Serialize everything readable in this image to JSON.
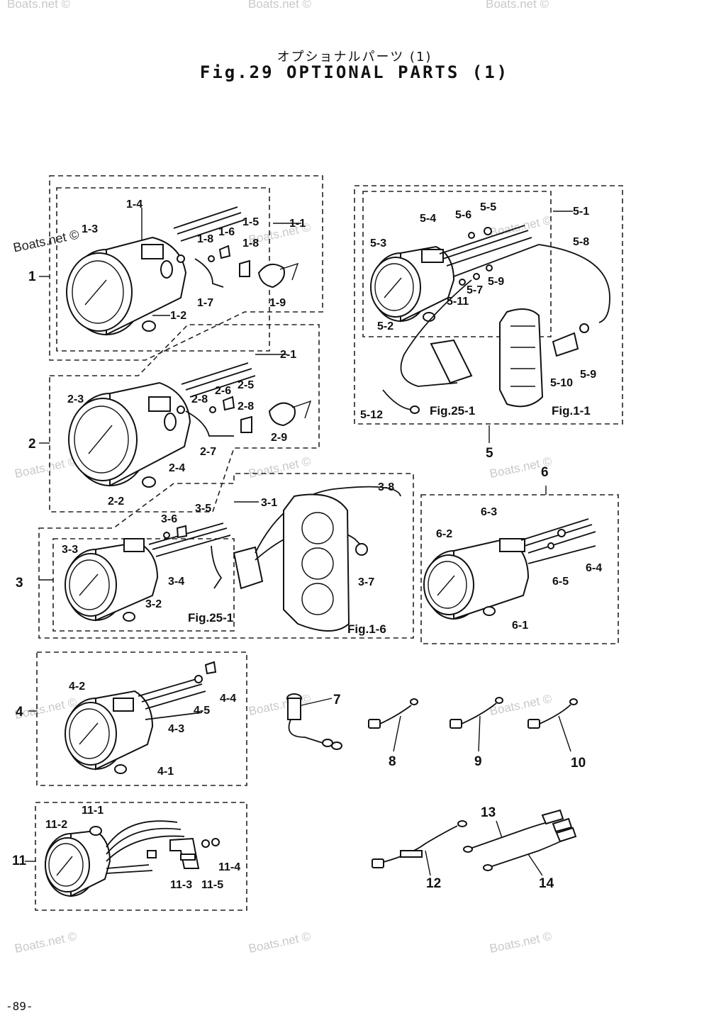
{
  "title_jp": "オプショナルパーツ (1)",
  "title_en": "Fig.29 OPTIONAL PARTS (1)",
  "page_number": "-89-",
  "watermark": "Boats.net ©",
  "groups": {
    "g1": "1",
    "g2": "2",
    "g3": "3",
    "g4": "4",
    "g5": "5",
    "g6": "6",
    "g7": "7",
    "g8": "8",
    "g9": "9",
    "g10": "10",
    "g11": "11",
    "g12": "12",
    "g13": "13",
    "g14": "14"
  },
  "labels": {
    "l1_1": "1-1",
    "l1_2": "1-2",
    "l1_3": "1-3",
    "l1_4": "1-4",
    "l1_5": "1-5",
    "l1_6": "1-6",
    "l1_7": "1-7",
    "l1_8a": "1-8",
    "l1_8b": "1-8",
    "l1_9": "1-9",
    "l2_1": "2-1",
    "l2_2": "2-2",
    "l2_3": "2-3",
    "l2_4": "2-4",
    "l2_5": "2-5",
    "l2_6": "2-6",
    "l2_7": "2-7",
    "l2_8a": "2-8",
    "l2_8b": "2-8",
    "l2_9": "2-9",
    "l3_1": "3-1",
    "l3_2": "3-2",
    "l3_3": "3-3",
    "l3_4": "3-4",
    "l3_5": "3-5",
    "l3_6": "3-6",
    "l3_7": "3-7",
    "l3_8": "3-8",
    "l4_1": "4-1",
    "l4_2": "4-2",
    "l4_3": "4-3",
    "l4_4": "4-4",
    "l4_5": "4-5",
    "l5_1": "5-1",
    "l5_2": "5-2",
    "l5_3": "5-3",
    "l5_4": "5-4",
    "l5_5": "5-5",
    "l5_6": "5-6",
    "l5_7": "5-7",
    "l5_8": "5-8",
    "l5_9a": "5-9",
    "l5_9b": "5-9",
    "l5_10": "5-10",
    "l5_11": "5-11",
    "l5_12": "5-12",
    "l6_1": "6-1",
    "l6_2": "6-2",
    "l6_3": "6-3",
    "l6_4": "6-4",
    "l6_5": "6-5",
    "l11_1": "11-1",
    "l11_2": "11-2",
    "l11_3": "11-3",
    "l11_4": "11-4",
    "l11_5": "11-5"
  },
  "refs": {
    "fig25_1_a": "Fig.25-1",
    "fig1_1": "Fig.1-1",
    "fig25_1_b": "Fig.25-1",
    "fig1_6": "Fig.1-6"
  }
}
